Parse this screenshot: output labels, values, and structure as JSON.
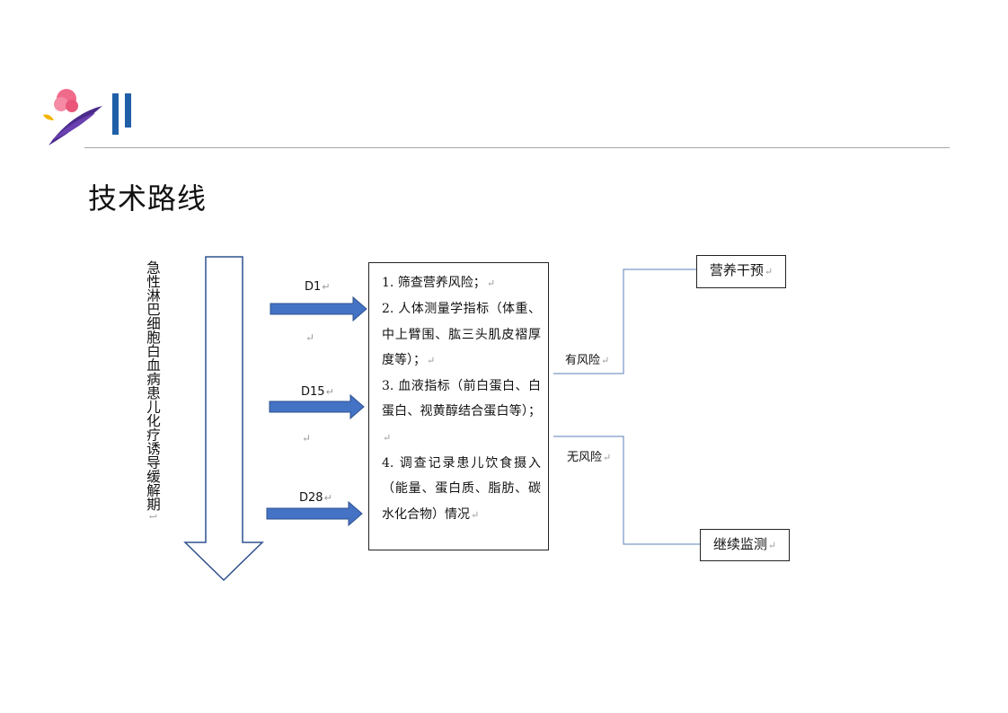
{
  "header": {
    "title": "技术路线",
    "logo_icon": "flower-and-pi-logo-icon",
    "colors": {
      "logo_pink": "#f06a8a",
      "logo_purple": "#4a2b8c",
      "logo_yellow": "#f4b400",
      "logo_blue": "#1f5fa8"
    }
  },
  "diagram": {
    "timeline_label": "急性淋巴细胞白血病患儿化疗诱导缓解期",
    "timeline_end_mark": "↩",
    "time_points": [
      {
        "label": "D1"
      },
      {
        "label": "D15"
      },
      {
        "label": "D28"
      }
    ],
    "paragraph_mark": "↵",
    "main_box_items": [
      "1. 筛查营养风险；",
      "2. 人体测量学指标（体重、中上臂围、肱三头肌皮褶厚度等）；",
      "3. 血液指标（前白蛋白、白蛋白、视黄醇结合蛋白等）；",
      "4. 调查记录患儿饮食摄入（能量、蛋白质、脂肪、碳水化合物）情况"
    ],
    "branches": [
      {
        "label": "有风险",
        "outcome": "营养干预"
      },
      {
        "label": "无风险",
        "outcome": "继续监测"
      }
    ],
    "colors": {
      "arrow_fill": "#4472c4",
      "arrow_stroke": "#2f528f",
      "timeline_stroke": "#2f528f",
      "connector": "#5b7fb8"
    }
  }
}
